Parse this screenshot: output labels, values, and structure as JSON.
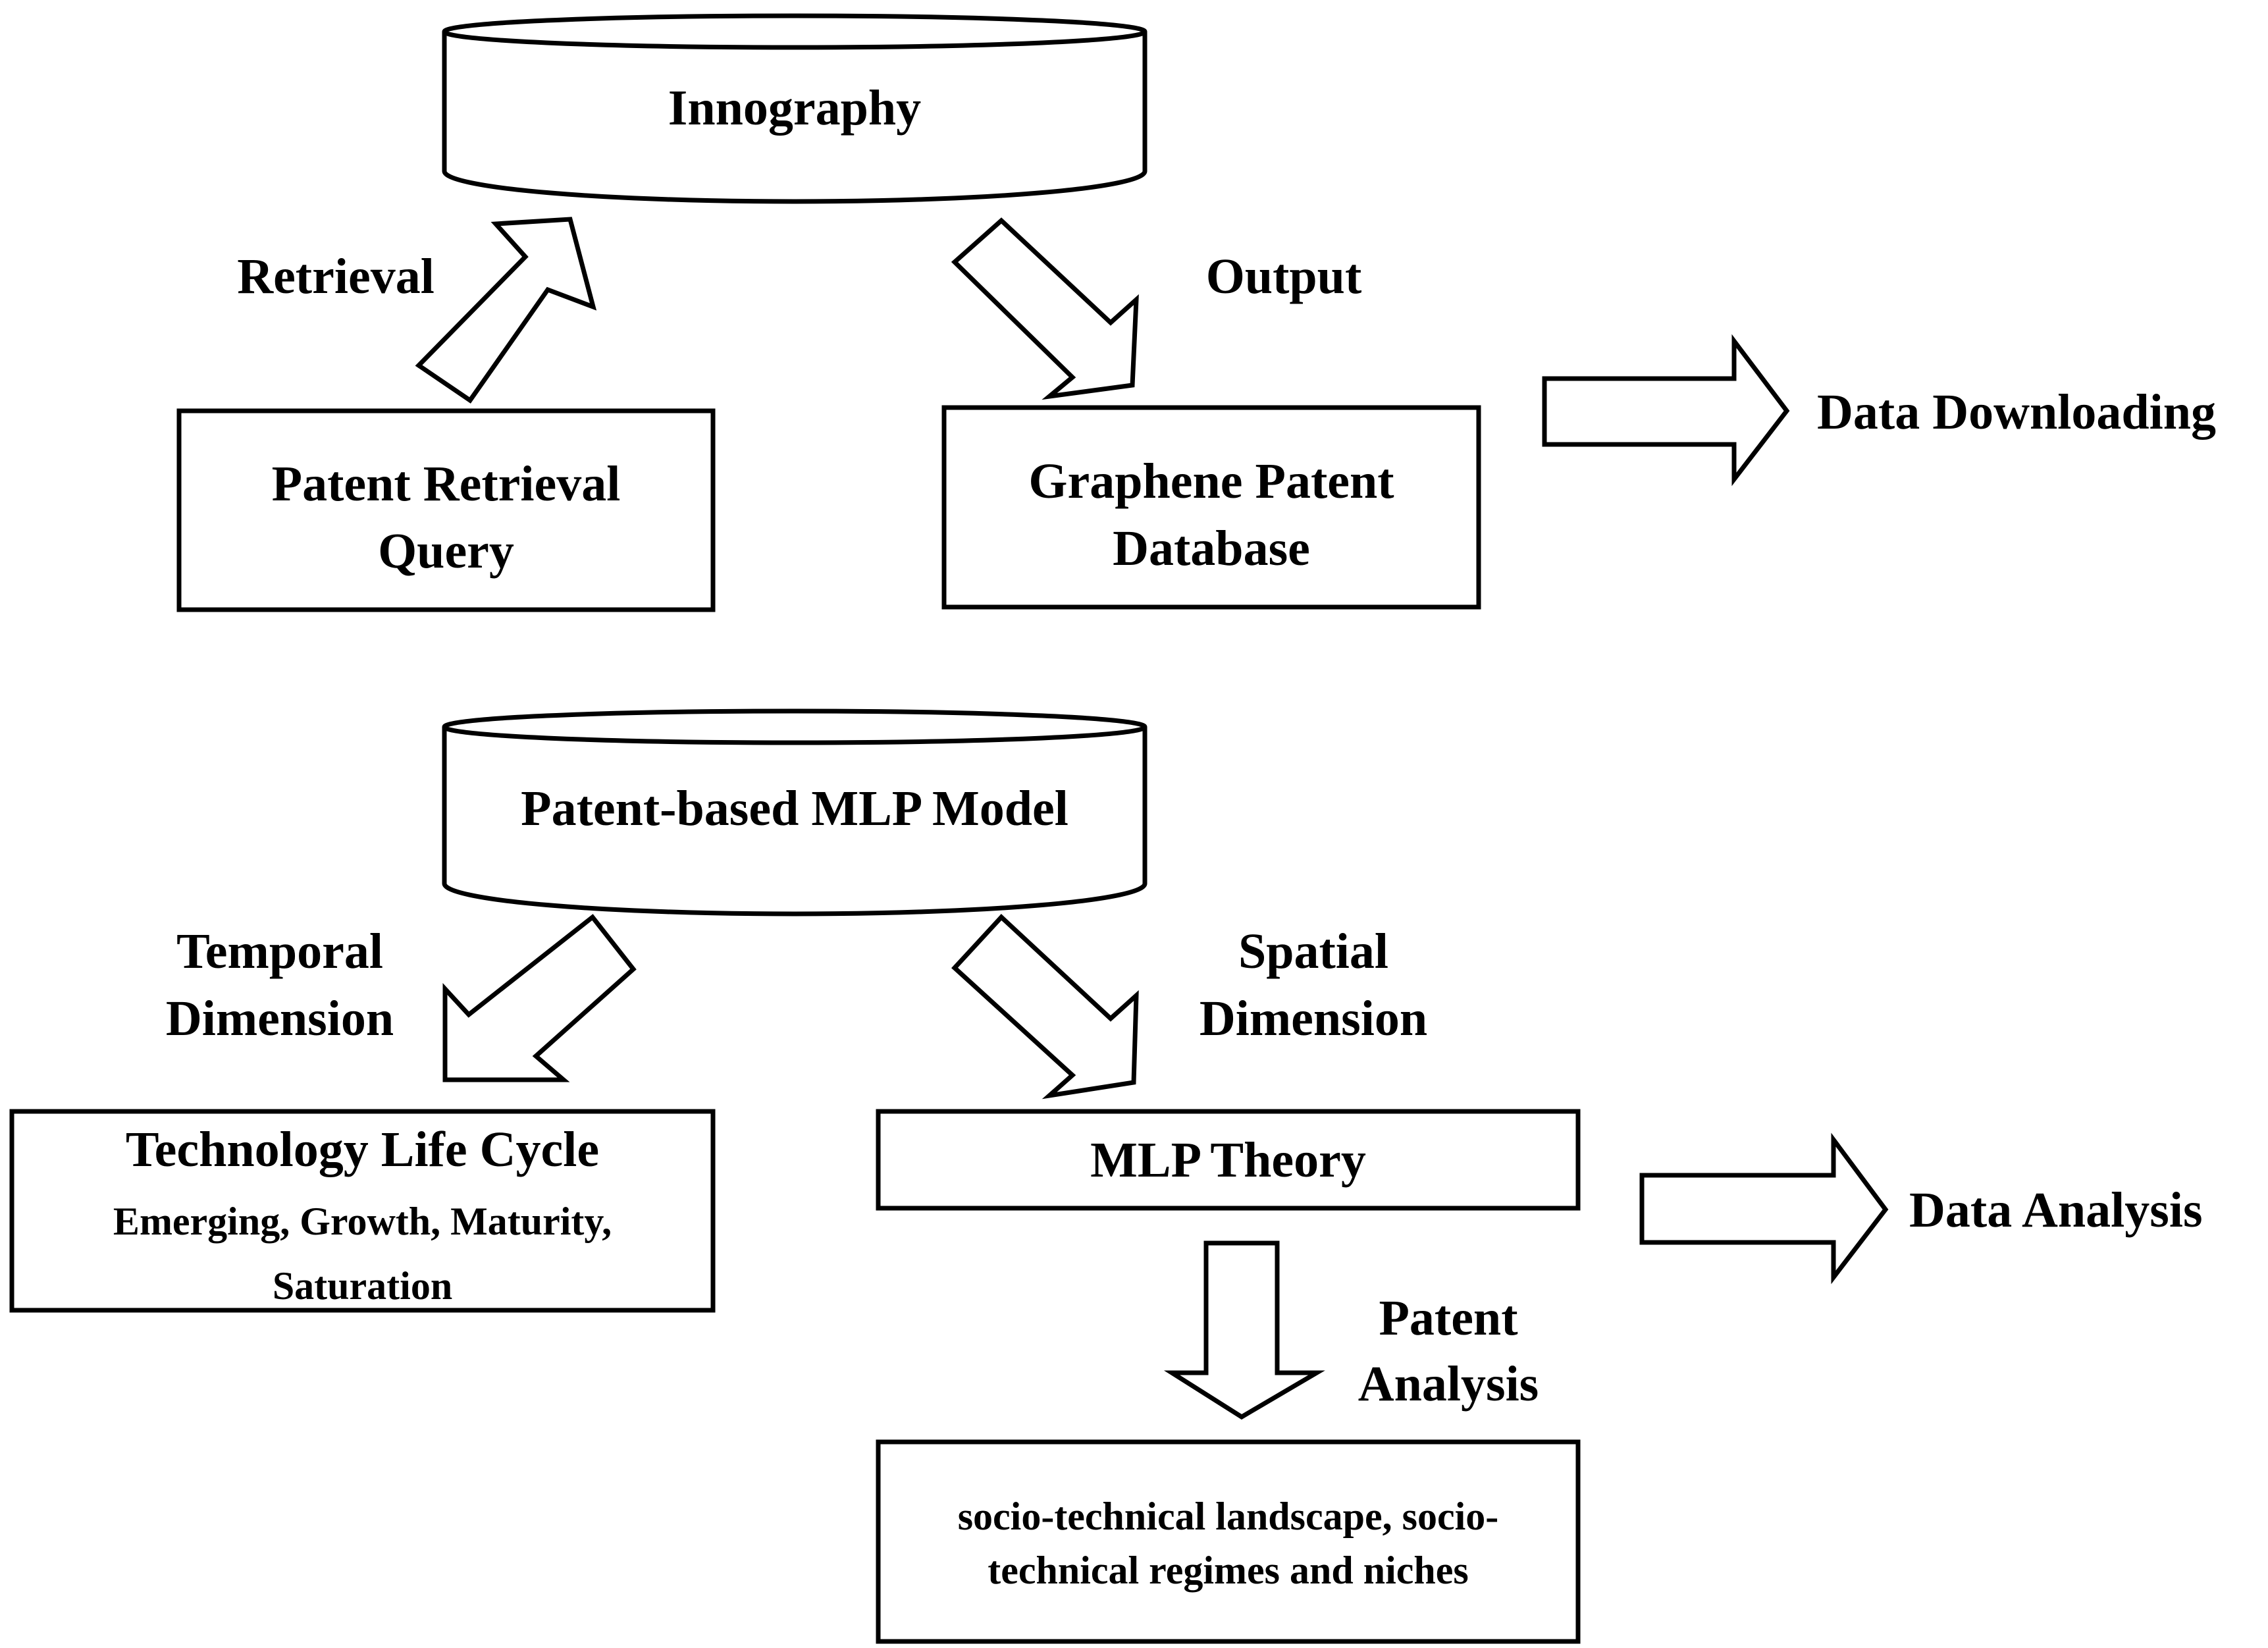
{
  "diagram": {
    "colors": {
      "stroke": "#000000",
      "fill": "#ffffff",
      "text": "#000000"
    },
    "section_data_downloading": {
      "database_cylinder": "Innography",
      "left_arrow_label": "Retrieval",
      "right_arrow_label": "Output",
      "query_box": [
        "Patent Retrieval",
        "Query"
      ],
      "database_box": [
        "Graphene Patent",
        "Database"
      ],
      "stage_label": "Data Downloading"
    },
    "section_data_analysis": {
      "model_cylinder": "Patent-based MLP Model",
      "left_arrow_label": [
        "Temporal",
        "Dimension"
      ],
      "right_arrow_label": [
        "Spatial",
        "Dimension"
      ],
      "lifecycle_box": {
        "title": "Technology Life Cycle",
        "stages": [
          "Emerging, Growth, Maturity,",
          "Saturation"
        ]
      },
      "theory_box": "MLP Theory",
      "down_arrow_label": [
        "Patent",
        "Analysis"
      ],
      "result_box": [
        "socio-technical landscape, socio-",
        "technical regimes and niches"
      ],
      "stage_label": "Data Analysis"
    }
  }
}
